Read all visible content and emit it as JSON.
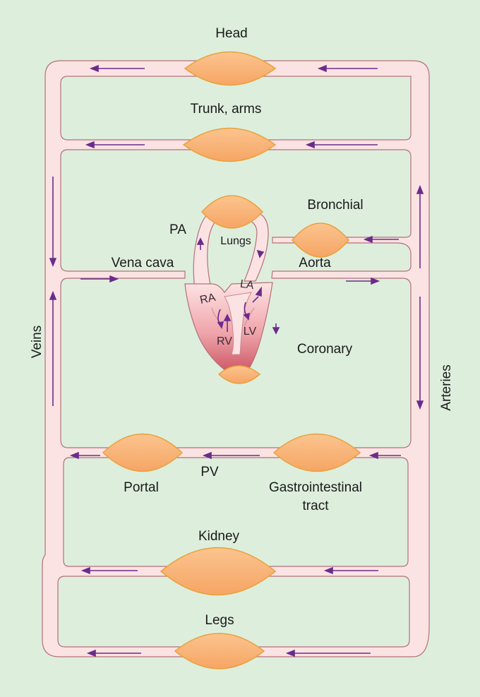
{
  "labels": {
    "head": "Head",
    "trunk_arms": "Trunk, arms",
    "bronchial": "Bronchial",
    "pa": "PA",
    "lungs": "Lungs",
    "vena_cava": "Vena cava",
    "aorta": "Aorta",
    "ra": "RA",
    "la": "LA",
    "rv": "RV",
    "lv": "LV",
    "coronary": "Coronary",
    "veins": "Veins",
    "arteries": "Arteries",
    "portal": "Portal",
    "pv": "PV",
    "gi_line1": "Gastrointestinal",
    "gi_line2": "tract",
    "kidney": "Kidney",
    "legs": "Legs"
  },
  "colors": {
    "background": "#ddeedd",
    "vessel_fill": "#fce3e3",
    "vessel_outline": "#b5707a",
    "organ_fill": "#f9b678",
    "organ_outline": "#e8a23a",
    "heart": "#d9707a",
    "arrow": "#6a2c8c"
  }
}
